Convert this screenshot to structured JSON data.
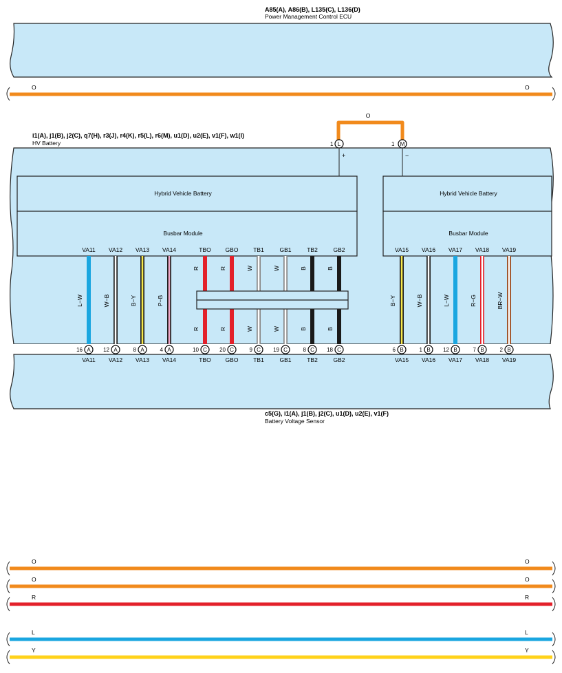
{
  "ecu": {
    "connectors": "A85(A), A86(B), L135(C), L136(D)",
    "name": "Power Management Control ECU"
  },
  "top_wire": {
    "left_label": "O",
    "right_label": "O",
    "color": "#f18a1c"
  },
  "battery_link": {
    "label": "O",
    "left_pin": "1",
    "left_connector": "L",
    "right_pin": "1",
    "right_connector": "M",
    "plus": "+",
    "minus": "−"
  },
  "hv_battery": {
    "connectors": "i1(A), j1(B), j2(C), q7(H), r3(J), r4(K), r5(L), r6(M), u1(D), u2(E), v1(F), w1(I)",
    "name": "HV Battery",
    "left_block_title": "Hybrid Vehicle Battery",
    "right_block_title": "Hybrid Vehicle Battery",
    "left_busbar_title": "Busbar Module",
    "right_busbar_title": "Busbar Module"
  },
  "terminals": [
    {
      "name": "VA11",
      "wire": "L−W",
      "pin": "16",
      "conn": "A",
      "stripe": "#1aa6e0",
      "base": "#1aa6e0"
    },
    {
      "name": "VA12",
      "wire": "W−B",
      "pin": "12",
      "conn": "A",
      "stripe": "#ffffff",
      "base": "#222222"
    },
    {
      "name": "VA13",
      "wire": "B−Y",
      "pin": "8",
      "conn": "A",
      "stripe": "#f7e84a",
      "base": "#222222"
    },
    {
      "name": "VA14",
      "wire": "P−B",
      "pin": "4",
      "conn": "A",
      "stripe": "#f2a8c8",
      "base": "#222222"
    },
    {
      "name": "TBO",
      "wire": "R",
      "pin": "10",
      "conn": "C",
      "stripe": "#e3202a",
      "base": "#e3202a"
    },
    {
      "name": "GBO",
      "wire": "R",
      "pin": "20",
      "conn": "C",
      "stripe": "#e3202a",
      "base": "#e3202a"
    },
    {
      "name": "TB1",
      "wire": "W",
      "pin": "9",
      "conn": "C",
      "stripe": "#ffffff",
      "base": "#888888"
    },
    {
      "name": "GB1",
      "wire": "W",
      "pin": "19",
      "conn": "C",
      "stripe": "#ffffff",
      "base": "#888888"
    },
    {
      "name": "TB2",
      "wire": "B",
      "pin": "8",
      "conn": "C",
      "stripe": "#1a1a1a",
      "base": "#1a1a1a"
    },
    {
      "name": "GB2",
      "wire": "B",
      "pin": "18",
      "conn": "C",
      "stripe": "#1a1a1a",
      "base": "#1a1a1a"
    },
    {
      "name": "VA15",
      "wire": "B−Y",
      "pin": "6",
      "conn": "B",
      "stripe": "#f7e84a",
      "base": "#222222"
    },
    {
      "name": "VA16",
      "wire": "W−B",
      "pin": "1",
      "conn": "B",
      "stripe": "#ffffff",
      "base": "#222222"
    },
    {
      "name": "VA17",
      "wire": "L−W",
      "pin": "12",
      "conn": "B",
      "stripe": "#1aa6e0",
      "base": "#1aa6e0"
    },
    {
      "name": "VA18",
      "wire": "R−G",
      "pin": "7",
      "conn": "B",
      "stripe": "#ffffff",
      "base": "#e3202a"
    },
    {
      "name": "VA19",
      "wire": "BR−W",
      "pin": "2",
      "conn": "B",
      "stripe": "#ffffff",
      "base": "#9a4a1e"
    }
  ],
  "sensor": {
    "connectors": "c5(G), i1(A), j1(B), j2(C), u1(D), u2(E), v1(F)",
    "name": "Battery Voltage Sensor"
  },
  "bottom_wires": [
    {
      "label_left": "O",
      "label_right": "O",
      "color": "#f18a1c"
    },
    {
      "label_left": "O",
      "label_right": "O",
      "color": "#f18a1c"
    },
    {
      "label_left": "R",
      "label_right": "R",
      "color": "#e3202a"
    },
    {
      "label_left": "L",
      "label_right": "L",
      "color": "#1aa6e0"
    },
    {
      "label_left": "Y",
      "label_right": "Y",
      "color": "#ffd21a"
    }
  ],
  "colors": {
    "panel_fill": "#c8e8f8",
    "panel_stroke": "#222222"
  }
}
